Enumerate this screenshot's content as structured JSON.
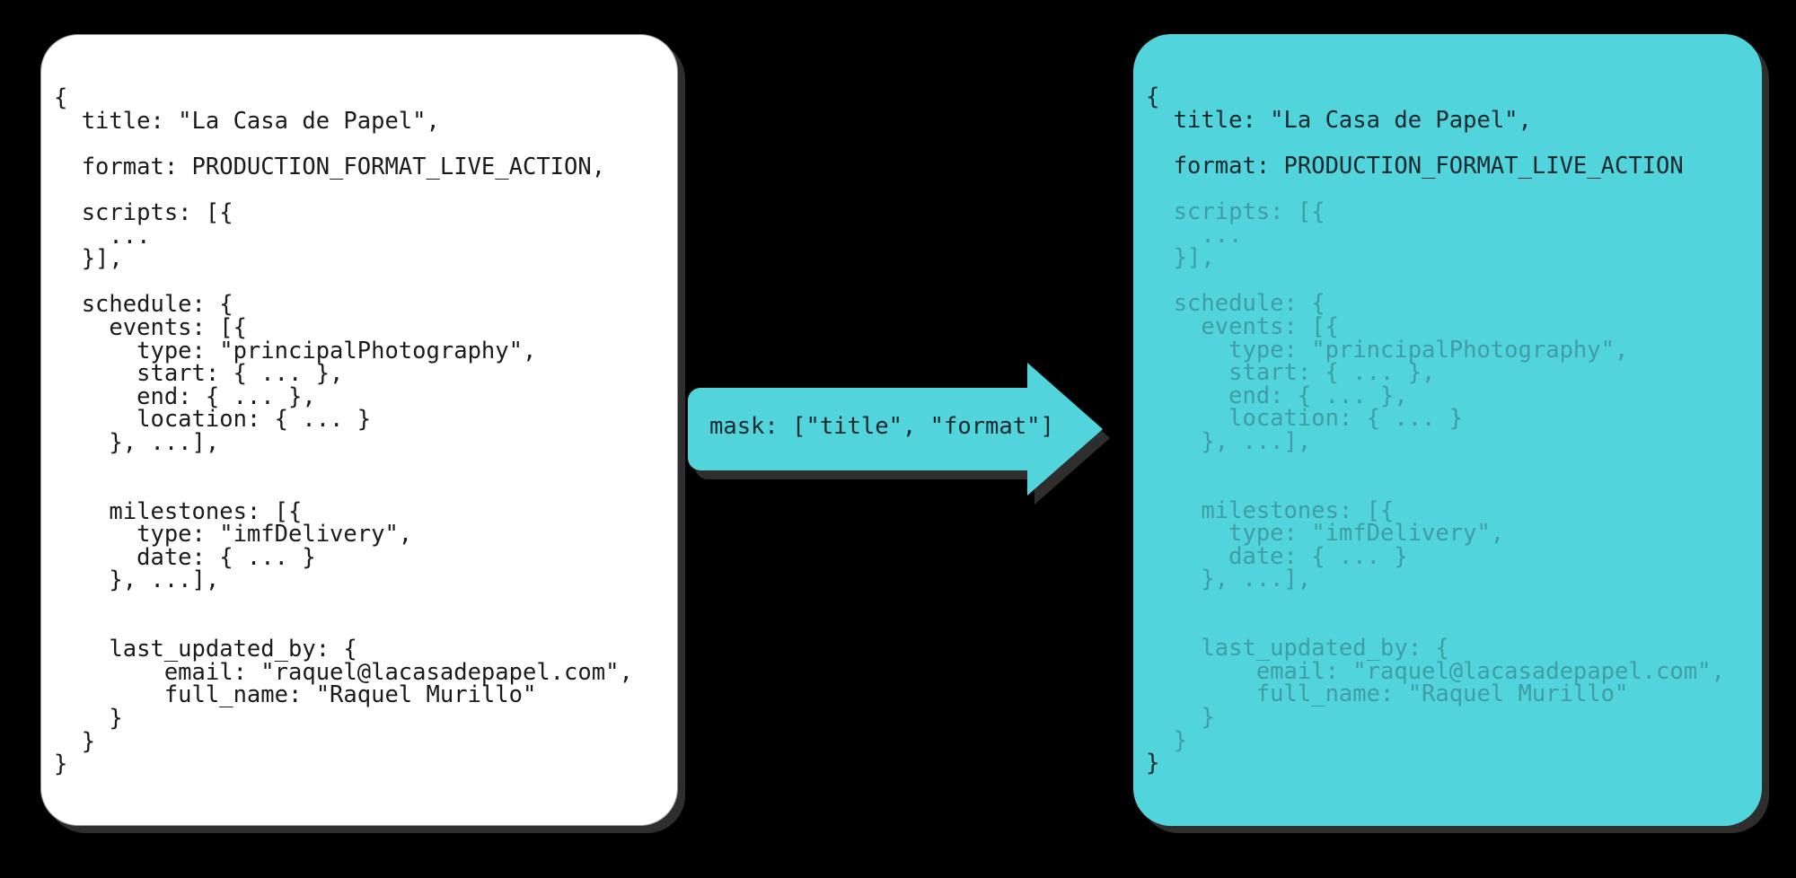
{
  "diagram": {
    "title": "Field mask applied to a production resource",
    "background_color": "#000000",
    "accent_color": "#52d4dc",
    "source_card_color": "#ffffff",
    "dim_text_color": "rgba(20,30,32,0.30)"
  },
  "source_card": {
    "name": "unmasked-resource",
    "lines": [
      "{",
      "  title: \"La Casa de Papel\",",
      "",
      "  format: PRODUCTION_FORMAT_LIVE_ACTION,",
      "",
      "  scripts: [{",
      "    ...",
      "  }],",
      "",
      "  schedule: {",
      "    events: [{",
      "      type: \"principalPhotography\",",
      "      start: { ... },",
      "      end: { ... },",
      "      location: { ... }",
      "    }, ...],",
      "",
      "",
      "    milestones: [{",
      "      type: \"imfDelivery\",",
      "      date: { ... }",
      "    }, ...],",
      "",
      "",
      "    last_updated_by: {",
      "        email: \"raquel@lacasadepapel.com\",",
      "        full_name: \"Raquel Murillo\"",
      "    }",
      "  }",
      "}"
    ]
  },
  "arrow": {
    "name": "mask-arrow",
    "label": "mask: [\"title\", \"format\"]",
    "direction": "right",
    "fill": "#52d4dc"
  },
  "masked_card": {
    "name": "masked-resource",
    "lines": [
      {
        "text": "{",
        "state": "visible"
      },
      {
        "text": "  title: \"La Casa de Papel\",",
        "state": "visible"
      },
      {
        "text": "",
        "state": "visible"
      },
      {
        "text": "  format: PRODUCTION_FORMAT_LIVE_ACTION",
        "state": "visible"
      },
      {
        "text": "",
        "state": "visible"
      },
      {
        "text": "  scripts: [{",
        "state": "masked"
      },
      {
        "text": "    ...",
        "state": "masked"
      },
      {
        "text": "  }],",
        "state": "masked"
      },
      {
        "text": "",
        "state": "masked"
      },
      {
        "text": "  schedule: {",
        "state": "masked"
      },
      {
        "text": "    events: [{",
        "state": "masked"
      },
      {
        "text": "      type: \"principalPhotography\",",
        "state": "masked"
      },
      {
        "text": "      start: { ... },",
        "state": "masked"
      },
      {
        "text": "      end: { ... },",
        "state": "masked"
      },
      {
        "text": "      location: { ... }",
        "state": "masked"
      },
      {
        "text": "    }, ...],",
        "state": "masked"
      },
      {
        "text": "",
        "state": "masked"
      },
      {
        "text": "",
        "state": "masked"
      },
      {
        "text": "    milestones: [{",
        "state": "masked"
      },
      {
        "text": "      type: \"imfDelivery\",",
        "state": "masked"
      },
      {
        "text": "      date: { ... }",
        "state": "masked"
      },
      {
        "text": "    }, ...],",
        "state": "masked"
      },
      {
        "text": "",
        "state": "masked"
      },
      {
        "text": "",
        "state": "masked"
      },
      {
        "text": "    last_updated_by: {",
        "state": "masked"
      },
      {
        "text": "        email: \"raquel@lacasadepapel.com\",",
        "state": "masked"
      },
      {
        "text": "        full_name: \"Raquel Murillo\"",
        "state": "masked"
      },
      {
        "text": "    }",
        "state": "masked"
      },
      {
        "text": "  }",
        "state": "masked"
      },
      {
        "text": "}",
        "state": "visible"
      }
    ]
  }
}
